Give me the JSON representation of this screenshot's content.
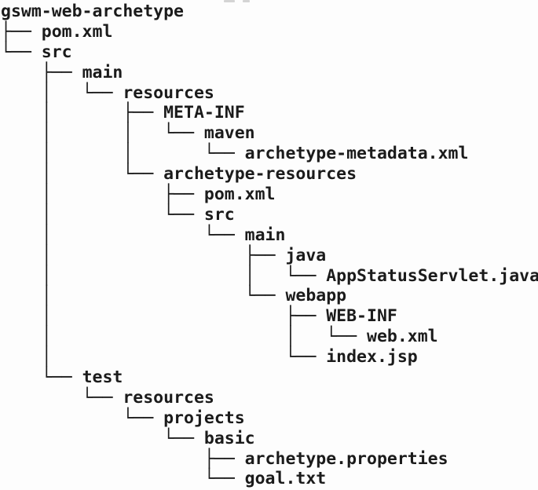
{
  "colors": {
    "background": "#fdfdfd",
    "text": "#1b1b1b"
  },
  "tree": {
    "root": "gswm-web-archetype",
    "entries": [
      {
        "prefix": "├── ",
        "name": "pom.xml"
      },
      {
        "prefix": "└── ",
        "name": "src"
      },
      {
        "prefix": "    ├── ",
        "name": "main"
      },
      {
        "prefix": "    │   └── ",
        "name": "resources"
      },
      {
        "prefix": "    │       ├── ",
        "name": "META-INF"
      },
      {
        "prefix": "    │       │   └── ",
        "name": "maven"
      },
      {
        "prefix": "    │       │       └── ",
        "name": "archetype-metadata.xml"
      },
      {
        "prefix": "    │       └── ",
        "name": "archetype-resources"
      },
      {
        "prefix": "    │           ├── ",
        "name": "pom.xml"
      },
      {
        "prefix": "    │           └── ",
        "name": "src"
      },
      {
        "prefix": "    │               └── ",
        "name": "main"
      },
      {
        "prefix": "    │                   ├── ",
        "name": "java"
      },
      {
        "prefix": "    │                   │   └── ",
        "name": "AppStatusServlet.java"
      },
      {
        "prefix": "    │                   └── ",
        "name": "webapp"
      },
      {
        "prefix": "    │                       ├── ",
        "name": "WEB-INF"
      },
      {
        "prefix": "    │                       │   └── ",
        "name": "web.xml"
      },
      {
        "prefix": "    │                       └── ",
        "name": "index.jsp"
      },
      {
        "prefix": "    └── ",
        "name": "test"
      },
      {
        "prefix": "        └── ",
        "name": "resources"
      },
      {
        "prefix": "            └── ",
        "name": "projects"
      },
      {
        "prefix": "                └── ",
        "name": "basic"
      },
      {
        "prefix": "                    ├── ",
        "name": "archetype.properties"
      },
      {
        "prefix": "                    └── ",
        "name": "goal.txt"
      }
    ]
  }
}
